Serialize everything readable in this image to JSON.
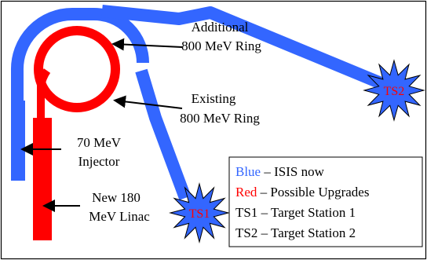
{
  "colors": {
    "isis_now": "#3366ff",
    "upgrades": "#ff0000",
    "frame": "#000000",
    "background": "#ffffff"
  },
  "labels": {
    "additional_ring_line1": "Additional",
    "additional_ring_line2": "800 MeV Ring",
    "existing_ring_line1": "Existing",
    "existing_ring_line2": "800 MeV Ring",
    "injector_line1": "70 MeV",
    "injector_line2": "Injector",
    "linac_line1": "New 180",
    "linac_line2": "MeV Linac"
  },
  "targets": {
    "ts1": "TS1",
    "ts2": "TS2"
  },
  "legend": {
    "blue_key": "Blue",
    "blue_desc": " – ISIS now",
    "red_key": "Red",
    "red_desc": " – Possible Upgrades",
    "ts1_line": "TS1 – Target Station 1",
    "ts2_line": "TS2 – Target Station 2"
  }
}
